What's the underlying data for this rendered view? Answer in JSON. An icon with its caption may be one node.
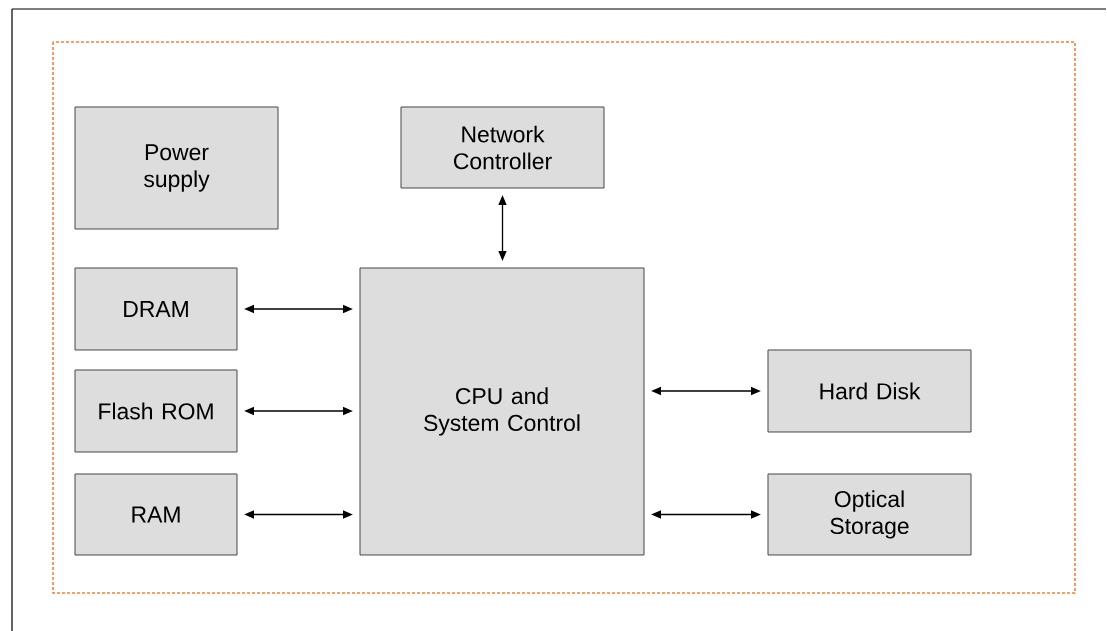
{
  "diagram": {
    "nodes": [
      {
        "text": [
          "Power supply"
        ]
      },
      {
        "text": [
          "Network Controller"
        ]
      },
      {
        "text": [
          "DRAM"
        ]
      },
      {
        "text": [
          "Flash ROM"
        ]
      },
      {
        "text": [
          "RAM"
        ]
      },
      {
        "text": [
          "CPU and System Control"
        ]
      },
      {
        "text": [
          "Hard Disk"
        ]
      },
      {
        "text": [
          "Optical Storage"
        ]
      }
    ],
    "edges": [
      {
        "from": 1,
        "to": 5,
        "arrow": "both"
      },
      {
        "from": 2,
        "to": 5,
        "arrow": "both"
      },
      {
        "from": 3,
        "to": 5,
        "arrow": "both"
      },
      {
        "from": 4,
        "to": 5,
        "arrow": "both"
      },
      {
        "from": 5,
        "to": 6,
        "arrow": "both"
      },
      {
        "from": 5,
        "to": 7,
        "arrow": "both"
      }
    ]
  }
}
